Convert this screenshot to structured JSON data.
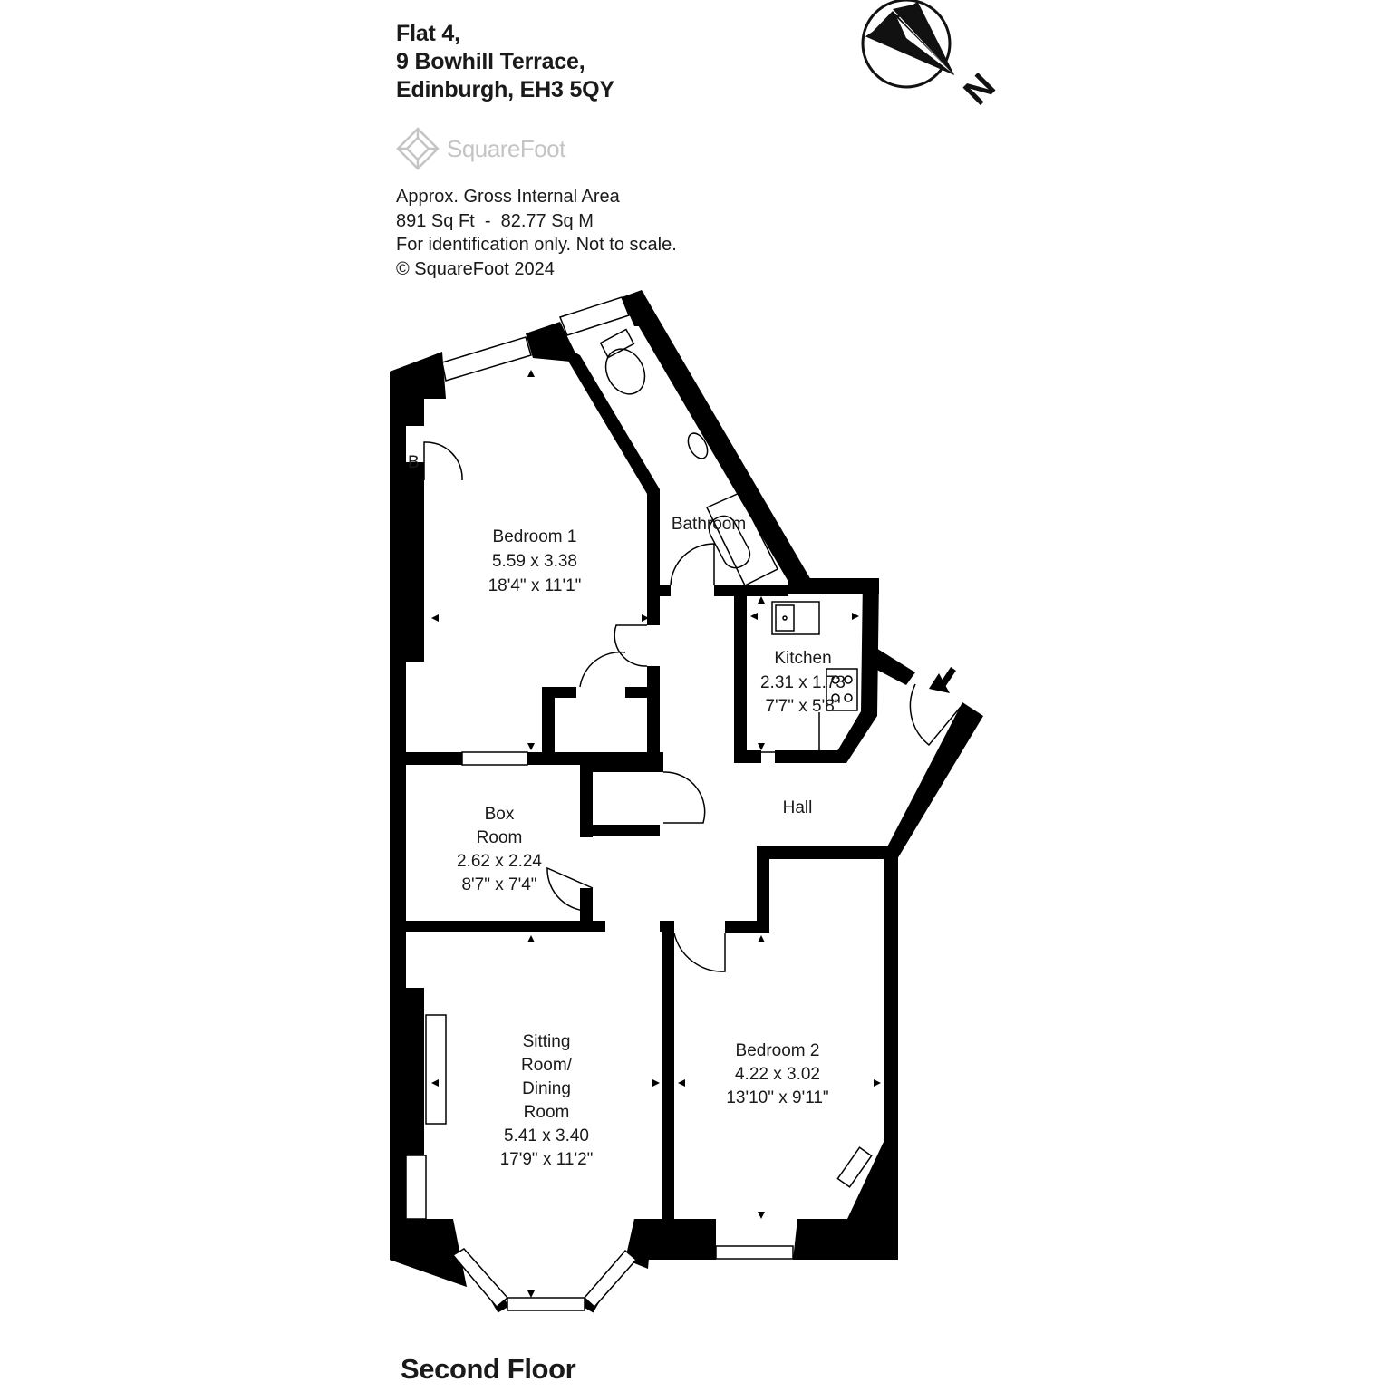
{
  "address": {
    "line1": "Flat 4,",
    "line2": "9 Bowhill Terrace,",
    "line3": "Edinburgh, EH3 5QY"
  },
  "brand": {
    "name": "SquareFoot",
    "logo_icon": "squarefoot-logo-icon"
  },
  "area_info": {
    "line1": "Approx. Gross Internal Area",
    "line2": "891 Sq Ft  -  82.77 Sq M",
    "line3": "For identification only. Not to scale.",
    "line4": "© SquareFoot 2024"
  },
  "compass": {
    "label": "N",
    "icon": "north-arrow-icon"
  },
  "rooms": {
    "bedroom1": {
      "name": "Bedroom 1",
      "metric": "5.59 x 3.38",
      "imperial": "18'4\" x 11'1\""
    },
    "bathroom": {
      "name": "Bathroom"
    },
    "kitchen": {
      "name": "Kitchen",
      "metric": "2.31 x 1.73",
      "imperial": "7'7\" x 5'8\""
    },
    "hall": {
      "name": "Hall"
    },
    "box_room": {
      "name_line1": "Box",
      "name_line2": "Room",
      "metric": "2.62 x 2.24",
      "imperial": "8'7\" x 7'4\""
    },
    "sitting_room": {
      "name_line1": "Sitting",
      "name_line2": "Room/",
      "name_line3": "Dining",
      "name_line4": "Room",
      "metric": "5.41 x 3.40",
      "imperial": "17'9\" x 11'2\""
    },
    "bedroom2": {
      "name": "Bedroom 2",
      "metric": "4.22 x 3.02",
      "imperial": "13'10\" x 9'11\""
    },
    "boiler_cupboard": {
      "label": "B"
    }
  },
  "floor": {
    "label": "Second Floor"
  },
  "colors": {
    "wall": "#000000",
    "window": "#ffffff",
    "brand_grey": "#c4c4c4",
    "text": "#1a1a1a"
  }
}
